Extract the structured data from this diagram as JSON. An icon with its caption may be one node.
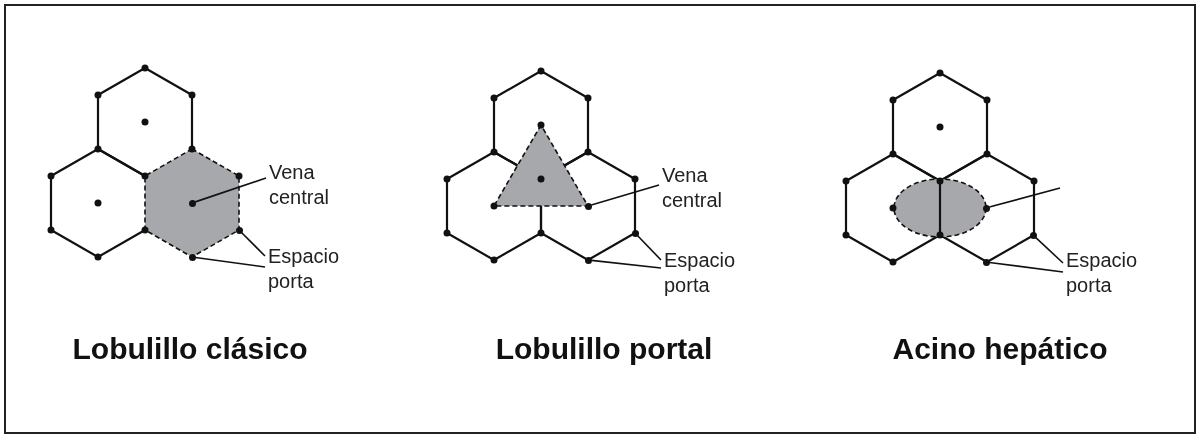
{
  "diagram": {
    "nodes": [
      {
        "text": [
          "Vena central"
        ]
      },
      {
        "text": [],
        "shape": "circle"
      },
      {
        "text": [
          "Espacio porta"
        ]
      },
      {
        "text": [],
        "shape": "circle"
      },
      {
        "text": [],
        "shape": "circle"
      },
      {
        "text": [
          "Vena central"
        ]
      },
      {
        "text": [],
        "shape": "circle"
      },
      {
        "text": [
          "Espacio porta"
        ]
      },
      {
        "text": [],
        "shape": "circle"
      },
      {
        "text": [],
        "shape": "circle"
      },
      {
        "text": [],
        "shape": "circle"
      },
      {
        "text": [
          "Espacio porta"
        ]
      },
      {
        "text": [],
        "shape": "circle"
      },
      {
        "text": [],
        "shape": "circle"
      }
    ],
    "edges": [
      {
        "from": 0,
        "to": 1,
        "arrow": "none"
      },
      {
        "from": 2,
        "to": 3,
        "arrow": "none"
      },
      {
        "from": 2,
        "to": 4,
        "arrow": "none"
      },
      {
        "from": 5,
        "to": 6,
        "arrow": "none"
      },
      {
        "from": 7,
        "to": 8,
        "arrow": "none"
      },
      {
        "from": 7,
        "to": 9,
        "arrow": "none"
      },
      {
        "from": 10,
        "to": null,
        "arrow": "none"
      },
      {
        "from": 11,
        "to": 12,
        "arrow": "none"
      },
      {
        "from": 11,
        "to": 13,
        "arrow": "none"
      }
    ],
    "labels": [
      "Lobulillo clásico",
      "Lobulillo portal",
      "Acino hepático"
    ]
  }
}
